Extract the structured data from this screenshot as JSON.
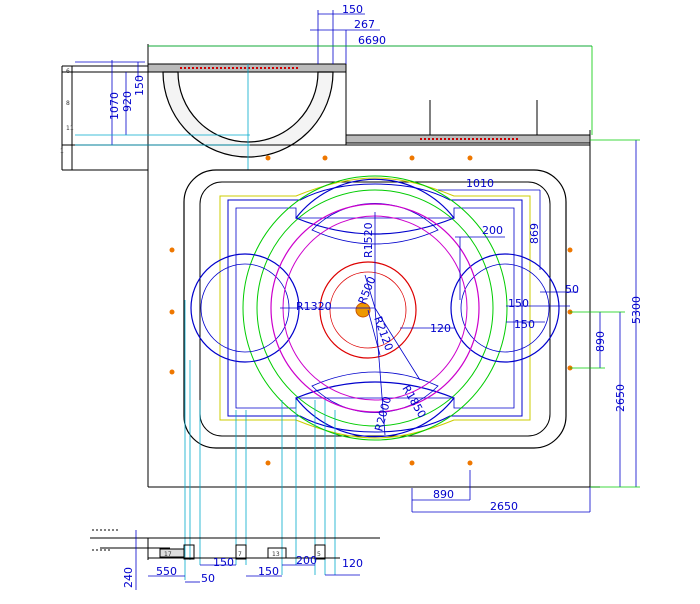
{
  "colors": {
    "outline": "#000000",
    "dimension": "#0000cc",
    "green": "#00cc00",
    "magenta": "#cc00cc",
    "red": "#dd0000",
    "cyan": "#00aacc",
    "yellow": "#cccc00",
    "orange": "#ee7700",
    "gray": "#bbbbbb"
  },
  "dimensions": {
    "top_150": "150",
    "top_267": "267",
    "top_6690": "6690",
    "left_1070": "1070",
    "left_920": "920",
    "left_150": "150",
    "d1010": "1010",
    "d869": "869",
    "d200": "200",
    "d50": "50",
    "d150a": "150",
    "d150b": "150",
    "d890_v": "890",
    "d2650_v": "2650",
    "d5300": "5300",
    "d890_h": "890",
    "d2650_h": "2650",
    "r1520": "R1520",
    "r1320": "R1320",
    "r500": "R500",
    "r2120": "R2120",
    "d120_mid": "120",
    "r1850": "R1850",
    "r2000": "R2000",
    "b550": "550",
    "b50": "50",
    "b150a": "150",
    "b150b": "150",
    "b200": "200",
    "b120": "120",
    "b240": "240"
  },
  "section_labels": {
    "l17": "17",
    "l7": "7",
    "l13": "13",
    "l5": "5"
  }
}
